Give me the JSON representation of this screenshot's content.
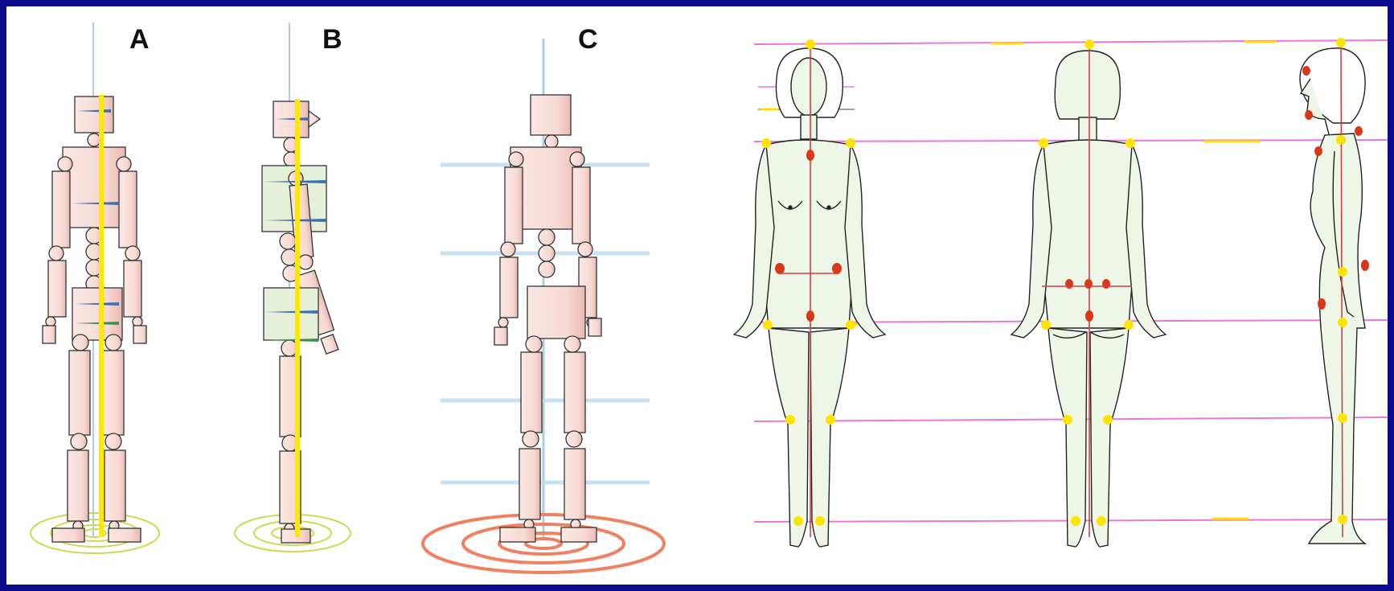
{
  "panels": [
    {
      "label": "A"
    },
    {
      "label": "B"
    },
    {
      "label": "C"
    }
  ],
  "colors": {
    "border": "#0a0a8c",
    "body_segment_fill": "#f6d9d3",
    "body_segment_stroke": "#333333",
    "torso_side_fill": "#e6f0d8",
    "gravity_line": "#ffe800",
    "axis_line": "#a8cfe8",
    "spiral_yellow": "#c8dc50",
    "spiral_orange": "#f08060",
    "figure_fill": "#eef6e8",
    "guide_line_pink": "#e878e0",
    "guide_line_yellow": "#ffe000",
    "joint_yellow": "#ffe400",
    "joint_red": "#d83818",
    "vertical_red": "#d04040"
  },
  "figures": {
    "mannequins": [
      "front-mannequin",
      "side-mannequin",
      "rotated-mannequin"
    ],
    "human_views": [
      "front-view",
      "back-view",
      "side-view"
    ]
  }
}
